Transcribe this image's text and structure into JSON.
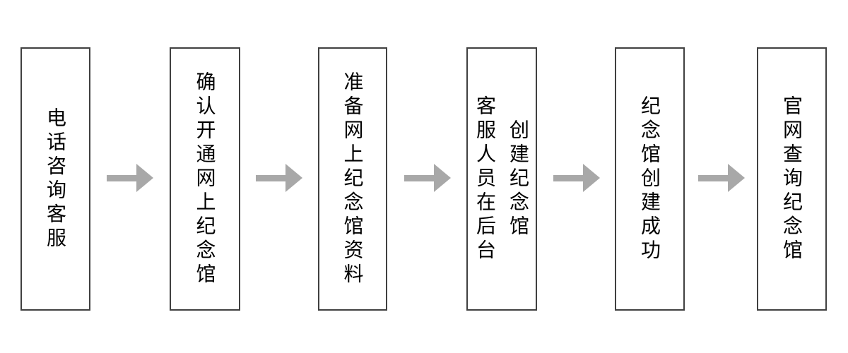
{
  "diagram": {
    "type": "flowchart",
    "direction": "left-to-right",
    "steps": [
      {
        "label": "电话咨询客服"
      },
      {
        "label": "确认开通网上纪念馆"
      },
      {
        "label": "准备网上纪念馆资料"
      },
      {
        "label": "客服人员在后台\n创建纪念馆"
      },
      {
        "label": "纪念馆创建成功"
      },
      {
        "label": "官网查询纪念馆"
      }
    ],
    "connector": "right-arrow"
  },
  "colors": {
    "background": "#ffffff",
    "box_border": "#404040",
    "text": "#000000",
    "arrow": "#a8a8a8"
  }
}
